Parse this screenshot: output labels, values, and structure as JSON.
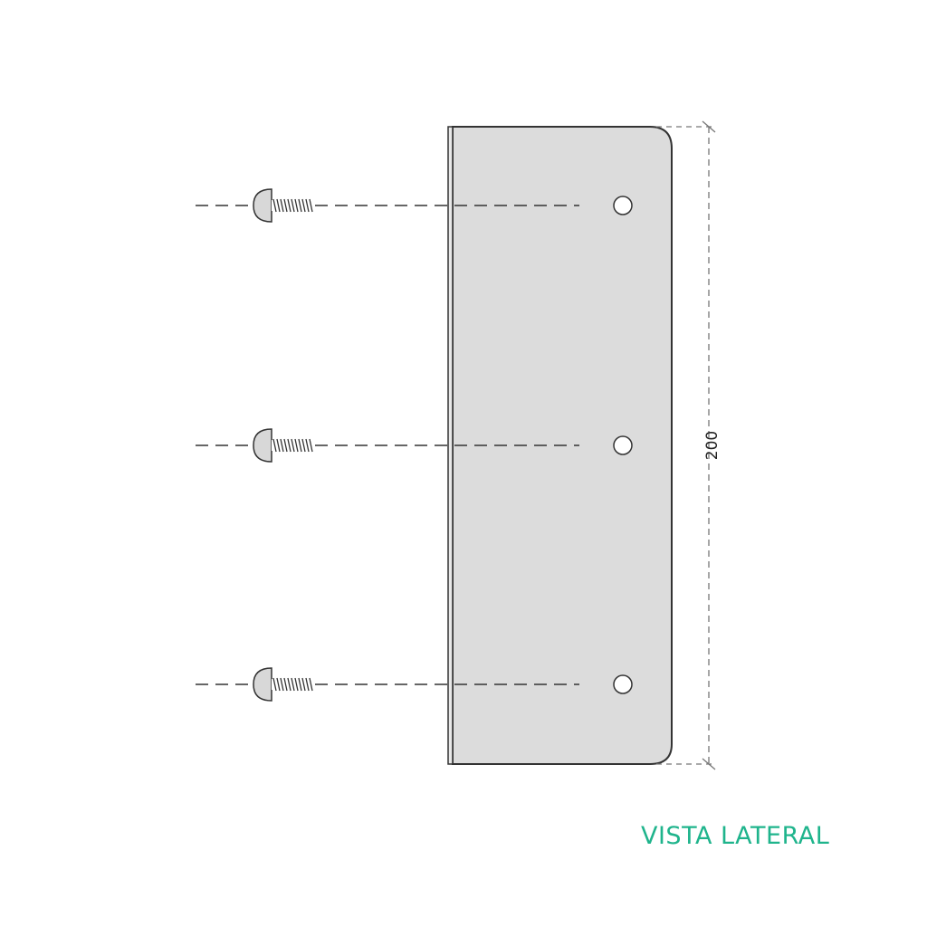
{
  "diagram": {
    "view_label": "VISTA LATERAL",
    "dimension_height": "200",
    "screws": [
      {
        "name": "screw-top"
      },
      {
        "name": "screw-middle"
      },
      {
        "name": "screw-bottom"
      }
    ]
  },
  "colors": {
    "panel_fill": "#dcdcdc",
    "line": "#333333",
    "dimension_line": "#777777",
    "caption": "#1fb48c"
  }
}
